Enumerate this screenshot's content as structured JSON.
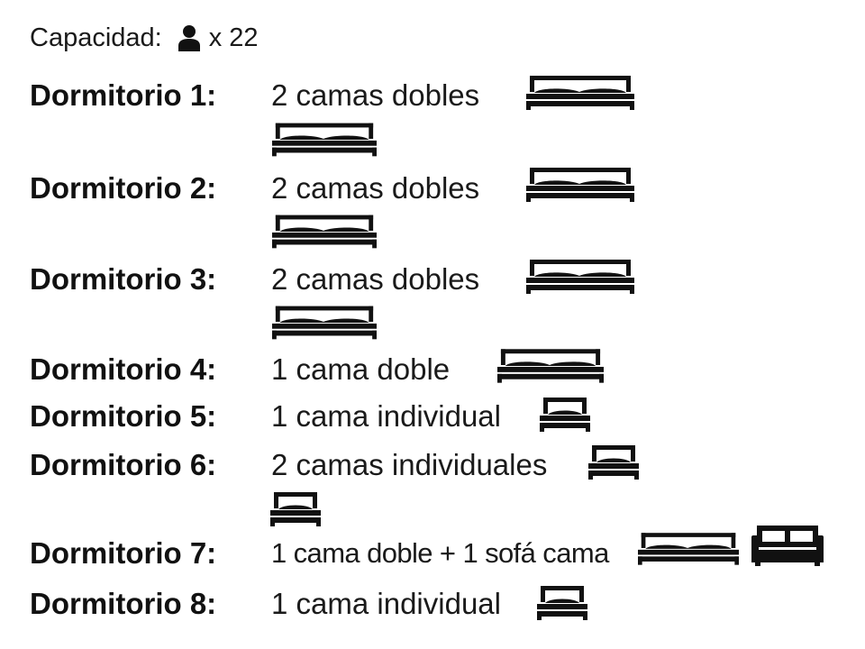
{
  "capacity": {
    "label": "Capacidad:",
    "icon": "person-icon",
    "value": "x 22"
  },
  "rooms": [
    {
      "label": "Dormitorio 1:",
      "description": "2 camas dobles",
      "beds": [
        "double-bed-icon",
        "double-bed-icon"
      ]
    },
    {
      "label": "Dormitorio 2:",
      "description": "2 camas dobles",
      "beds": [
        "double-bed-icon",
        "double-bed-icon"
      ]
    },
    {
      "label": "Dormitorio 3:",
      "description": "2 camas dobles",
      "beds": [
        "double-bed-icon",
        "double-bed-icon"
      ]
    },
    {
      "label": "Dormitorio 4:",
      "description": "1 cama doble",
      "beds": [
        "double-bed-icon"
      ]
    },
    {
      "label": "Dormitorio 5:",
      "description": "1 cama individual",
      "beds": [
        "single-bed-icon"
      ]
    },
    {
      "label": "Dormitorio 6:",
      "description": "2 camas individuales",
      "beds": [
        "single-bed-icon",
        "single-bed-icon"
      ]
    },
    {
      "label": "Dormitorio 7:",
      "description": "1 cama doble + 1 sofá cama",
      "beds": [
        "double-bed-icon",
        "sofa-bed-icon"
      ]
    },
    {
      "label": "Dormitorio 8:",
      "description": "1 cama individual",
      "beds": [
        "single-bed-icon"
      ]
    }
  ],
  "colors": {
    "text": "#111111",
    "icon": "#111111",
    "background": "#ffffff"
  }
}
